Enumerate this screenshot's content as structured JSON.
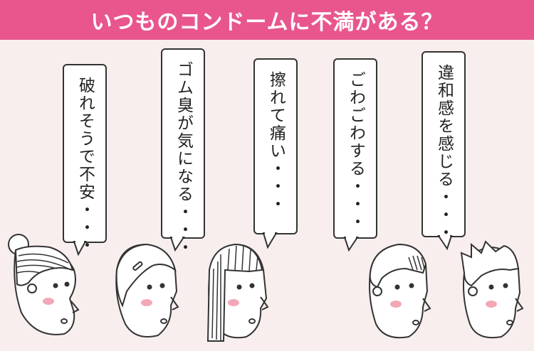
{
  "title": "いつものコンドームに不満がある？",
  "colors": {
    "banner": "#e8568d",
    "background": "#f9eeee",
    "cheek": "#f2a7b7",
    "bubble_border": "#333333"
  },
  "bubbles": [
    {
      "text": "破れそうで不安・・・"
    },
    {
      "text": "ゴム臭が気になる・・・"
    },
    {
      "text": "擦れて痛い・・・"
    },
    {
      "text": "ごわごわする・・・"
    },
    {
      "text": "違和感を感じる・・・"
    }
  ],
  "faces": [
    {
      "name": "woman-bun"
    },
    {
      "name": "woman-hairclip"
    },
    {
      "name": "woman-bob"
    },
    {
      "name": "man-short-hair"
    },
    {
      "name": "man-spiky-hair"
    }
  ]
}
